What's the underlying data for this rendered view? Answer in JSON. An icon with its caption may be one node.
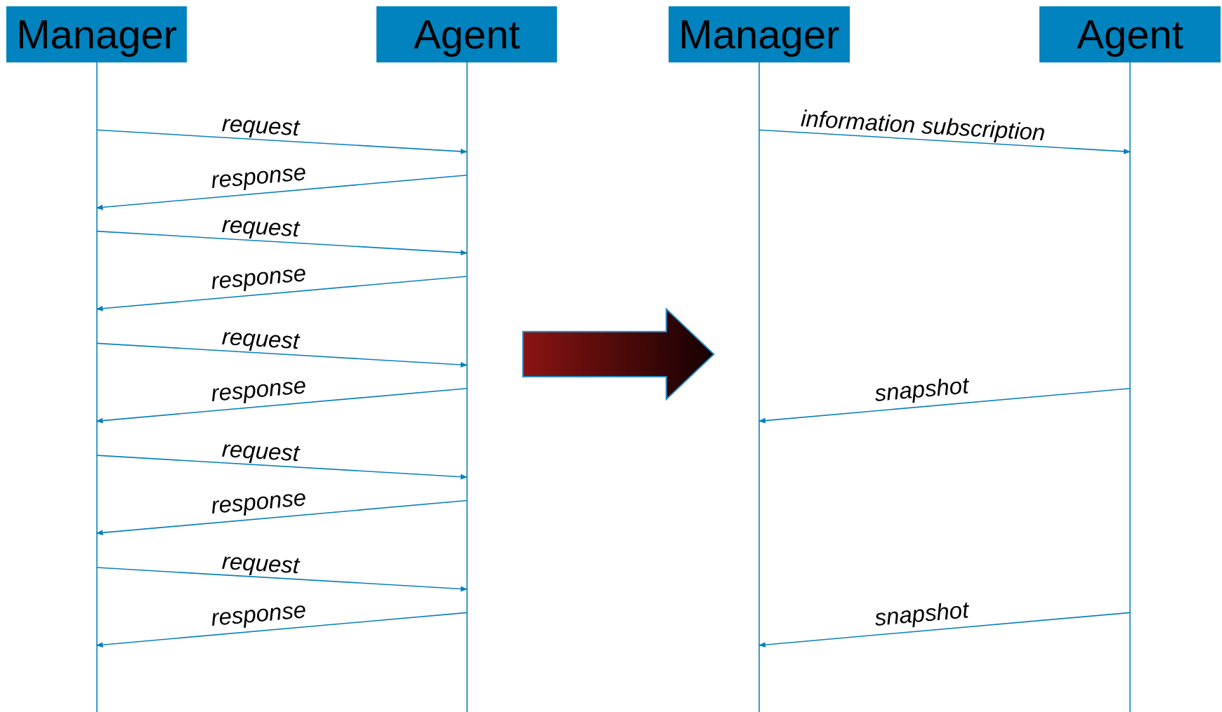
{
  "diagram": {
    "nodes": [
      {
        "text": [
          "Manager"
        ]
      },
      {
        "text": [
          "Agent"
        ]
      },
      {
        "text": [
          "Manager"
        ]
      },
      {
        "text": [
          "Agent"
        ]
      }
    ],
    "edges": [
      {
        "from": 0,
        "to": 1,
        "arrow": "to",
        "label": "request"
      },
      {
        "from": 1,
        "to": 0,
        "arrow": "to",
        "label": "response"
      },
      {
        "from": 0,
        "to": 1,
        "arrow": "to",
        "label": "request"
      },
      {
        "from": 1,
        "to": 0,
        "arrow": "to",
        "label": "response"
      },
      {
        "from": 0,
        "to": 1,
        "arrow": "to",
        "label": "request"
      },
      {
        "from": 1,
        "to": 0,
        "arrow": "to",
        "label": "response"
      },
      {
        "from": 0,
        "to": 1,
        "arrow": "to",
        "label": "request"
      },
      {
        "from": 1,
        "to": 0,
        "arrow": "to",
        "label": "response"
      },
      {
        "from": 0,
        "to": 1,
        "arrow": "to",
        "label": "request"
      },
      {
        "from": 1,
        "to": 0,
        "arrow": "to",
        "label": "response"
      },
      {
        "from": 2,
        "to": 3,
        "arrow": "to",
        "label": "information subscription"
      },
      {
        "from": 3,
        "to": 2,
        "arrow": "to",
        "label": "snapshot"
      },
      {
        "from": 3,
        "to": 2,
        "arrow": "to",
        "label": "snapshot"
      },
      {
        "from": 1,
        "to": 2,
        "arrow": "to",
        "style": "thick",
        "color": "#8b1414"
      }
    ]
  }
}
